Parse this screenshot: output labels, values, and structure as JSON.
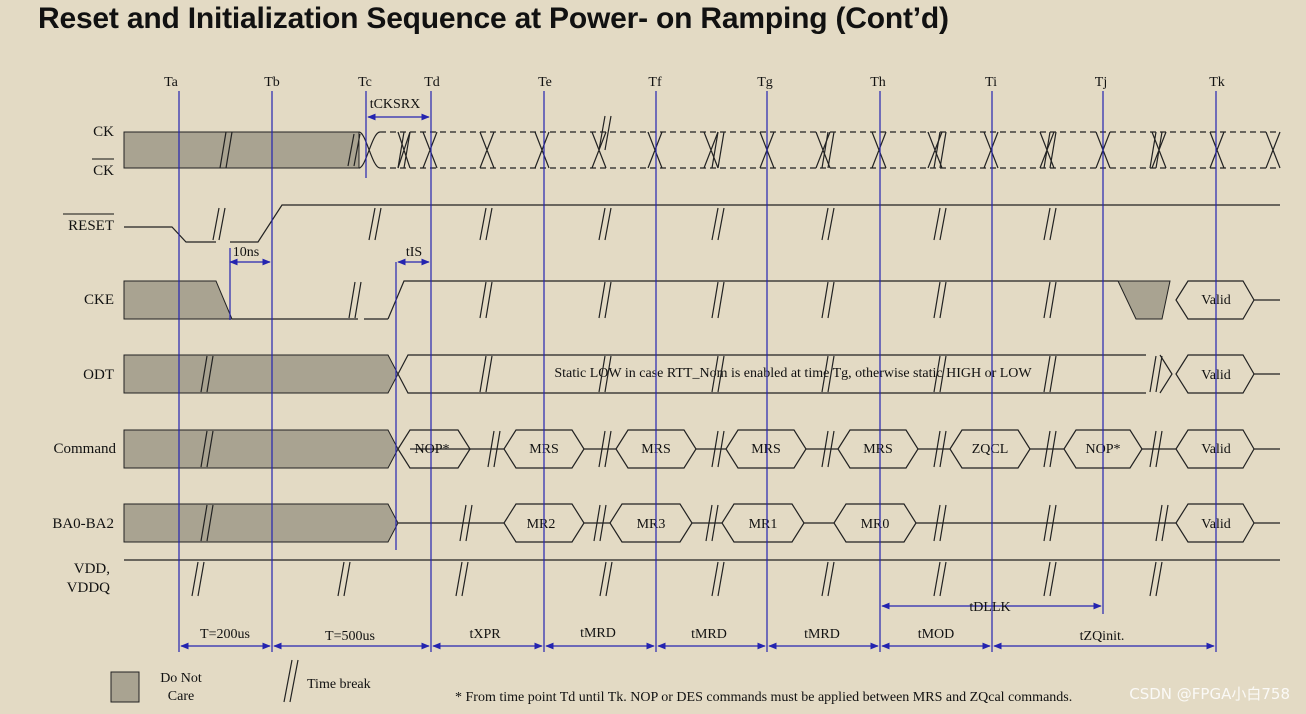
{
  "title": "Reset and Initialization Sequence at Power- on Ramping (Cont’d)",
  "time_points": [
    "Ta",
    "Tb",
    "Tc",
    "Td",
    "Te",
    "Tf",
    "Tg",
    "Th",
    "Ti",
    "Tj",
    "Tk"
  ],
  "signals": {
    "ck": "CK",
    "ck_bar": "CK",
    "reset": "RESET",
    "cke": "CKE",
    "odt": "ODT",
    "command": "Command",
    "ba": "BA0-BA2",
    "vdd": "VDD,",
    "vddq": "VDDQ"
  },
  "annotations": {
    "tcksrx": "tCKSRX",
    "tns": "10ns",
    "tis": "tIS",
    "tdllk": "tDLLK"
  },
  "odt_text": "Static LOW in case RTT_Nom is enabled at  time Tg, otherwise static HIGH or LOW",
  "commands": [
    "NOP*",
    "MRS",
    "MRS",
    "MRS",
    "MRS",
    "ZQCL",
    "NOP*",
    "Valid"
  ],
  "bank_addresses": [
    "MR2",
    "MR3",
    "MR1",
    "MR0",
    "Valid"
  ],
  "valid_labels": {
    "cke": "Valid",
    "odt": "Valid"
  },
  "intervals": [
    "T=200us",
    "T=500us",
    "tXPR",
    "tMRD",
    "tMRD",
    "tMRD",
    "tMOD",
    "tZQinit."
  ],
  "legend": {
    "dont_care_line1": "Do Not",
    "dont_care_line2": "Care",
    "time_break": "Time break"
  },
  "footnote": "* From time point Td until Tk. NOP or DES commands must be applied between MRS and ZQcal commands.",
  "watermark": "CSDN @FPGA小白758",
  "colors": {
    "background": "#e3dac4",
    "dont_care_fill": "#a9a391",
    "time_line": "#2424b0",
    "signal": "#222222"
  }
}
